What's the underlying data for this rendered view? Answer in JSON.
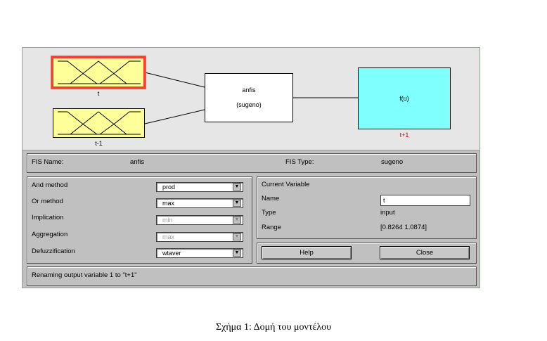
{
  "diagram": {
    "inputs": [
      {
        "label": "t"
      },
      {
        "label": "t-1"
      }
    ],
    "system": {
      "name": "anfis",
      "type": "(sugeno)"
    },
    "output": {
      "function": "f(u)",
      "label": "t+1"
    }
  },
  "fis": {
    "name_label": "FIS Name:",
    "name_value": "anfis",
    "type_label": "FIS Type:",
    "type_value": "sugeno"
  },
  "methods": [
    {
      "label": "And method",
      "value": "prod",
      "enabled": true
    },
    {
      "label": "Or method",
      "value": "max",
      "enabled": true
    },
    {
      "label": "Implication",
      "value": "min",
      "enabled": false
    },
    {
      "label": "Aggregation",
      "value": "max",
      "enabled": false
    },
    {
      "label": "Defuzzification",
      "value": "wtaver",
      "enabled": true
    }
  ],
  "current": {
    "title": "Current Variable",
    "name_label": "Name",
    "name_value": "t",
    "type_label": "Type",
    "type_value": "input",
    "range_label": "Range",
    "range_value": "[0.8264 1.0874]"
  },
  "buttons": {
    "help": "Help",
    "close": "Close"
  },
  "status": "Renaming output variable 1 to \"t+1\"",
  "caption": "Σχήμα 1: Δομή του μοντέλου",
  "colors": {
    "input_mf": "#ffff99",
    "selected_border": "#ff3b2e",
    "output_box": "#80ffff"
  }
}
